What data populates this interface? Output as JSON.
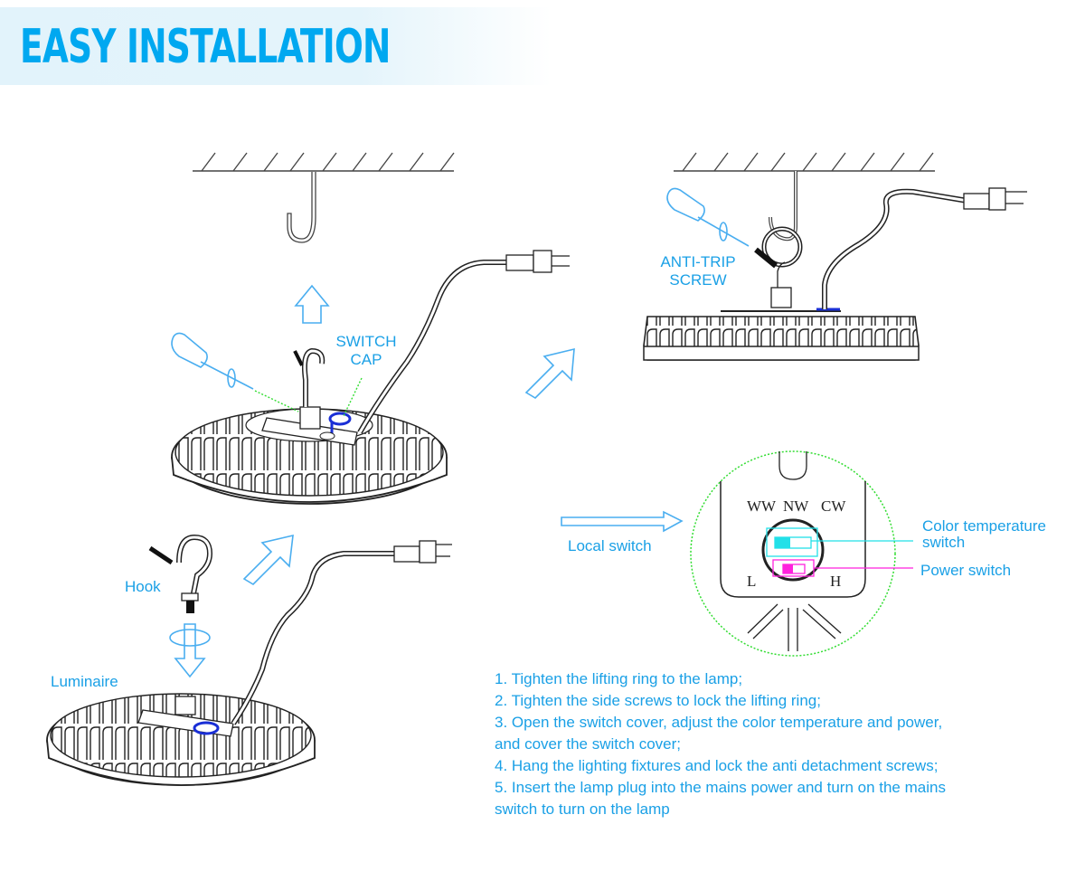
{
  "title": "EASY INSTALLATION",
  "labels": {
    "switch_cap": [
      "SWITCH",
      "CAP"
    ],
    "anti_trip": [
      "ANTI-TRIP",
      "SCREW"
    ],
    "hook": "Hook",
    "luminaire": "Luminaire",
    "local_switch": "Local switch",
    "color_temp_switch": [
      "Color temperature",
      "switch"
    ],
    "power_switch": "Power switch"
  },
  "switch_panel": {
    "color_temps": [
      "WW",
      "NW",
      "CW"
    ],
    "power_low": "L",
    "power_high": "H"
  },
  "steps": [
    "1. Tighten the lifting ring to the lamp;",
    "2. Tighten the side screws to lock the lifting ring;",
    "3. Open the switch cover, adjust the color temperature and power,",
    "and cover the switch cover;",
    "4. Hang the lighting fixtures and lock the anti detachment screws;",
    "5. Insert the lamp plug into the mains power and turn on the mains",
    "switch to turn on the lamp"
  ],
  "colors": {
    "accent": "#1aa0e6",
    "title": "#00a8f0",
    "arrow": "#4aaef0",
    "cap": "#1a2fd6",
    "guide": "#33dd33",
    "cyan": "#22e0e8",
    "magenta": "#ff22dd"
  }
}
